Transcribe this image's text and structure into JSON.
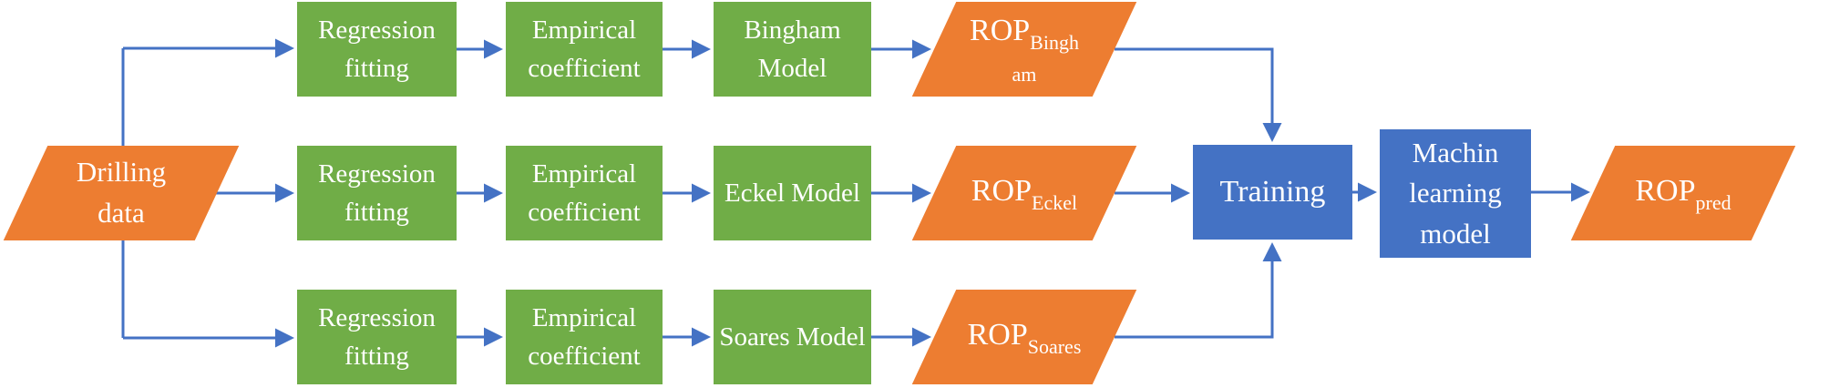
{
  "colors": {
    "green": "#70AD47",
    "orange": "#ED7D31",
    "blue": "#4472C4",
    "arrow": "#4472C4",
    "text_on_shapes": "#FFFFFF"
  },
  "nodes": {
    "drilling_data": {
      "label": "Drilling data",
      "shape": "parallelogram"
    },
    "rows": [
      {
        "fit": "Regression fitting",
        "coef": "Empirical coefficient",
        "model": "Bingham Model",
        "rop_base": "ROP",
        "rop_sub_line1": "Bingh",
        "rop_sub_line2": "am"
      },
      {
        "fit": "Regression fitting",
        "coef": "Empirical coefficient",
        "model": "Eckel Model",
        "rop_base": "ROP",
        "rop_sub": "Eckel"
      },
      {
        "fit": "Regression fitting",
        "coef": "Empirical coefficient",
        "model": "Soares Model",
        "rop_base": "ROP",
        "rop_sub": "Soares"
      }
    ],
    "training": {
      "label": "Training"
    },
    "ml_model": {
      "label": "Machin learning model"
    },
    "rop_pred": {
      "base": "ROP",
      "sub": "pred"
    }
  }
}
